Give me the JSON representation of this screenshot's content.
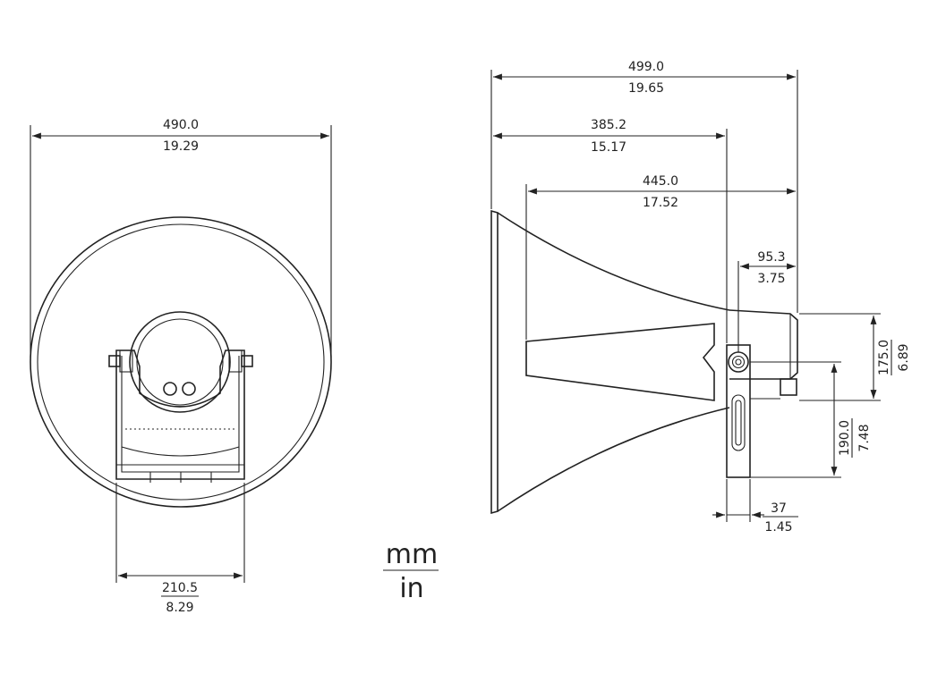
{
  "units": {
    "top": "mm",
    "bottom": "in"
  },
  "front_view": {
    "width": {
      "mm": "490.0",
      "in": "19.29"
    },
    "bracket_width": {
      "mm": "210.5",
      "in": "8.29"
    }
  },
  "side_view": {
    "overall_length": {
      "mm": "499.0",
      "in": "19.65"
    },
    "bell_to_bracket": {
      "mm": "385.2",
      "in": "15.17"
    },
    "horn_length": {
      "mm": "445.0",
      "in": "17.52"
    },
    "bracket_to_rear": {
      "mm": "95.3",
      "in": "3.75"
    },
    "driver_height": {
      "mm": "175.0",
      "in": "6.89"
    },
    "bracket_height": {
      "mm": "190.0",
      "in": "7.48"
    },
    "bracket_thickness": {
      "mm": "37",
      "in": "1.45"
    }
  },
  "colors": {
    "ink": "#222222",
    "background": "#ffffff"
  }
}
